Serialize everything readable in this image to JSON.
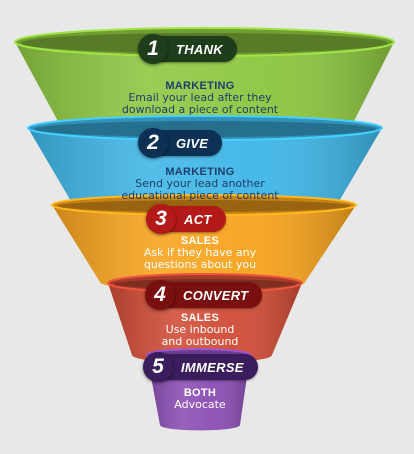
{
  "tiers": [
    {
      "number": "1",
      "stage": "THANK",
      "department": "MARKETING",
      "description": [
        "Email your lead after they",
        "download a piece of content"
      ],
      "color": "#8cc63f",
      "dark": "#1e3d1a",
      "text_color": "#1f3f6b"
    },
    {
      "number": "2",
      "stage": "GIVE",
      "department": "MARKETING",
      "description": [
        "Send your lead another",
        "educational piece of content"
      ],
      "color": "#3db5e6",
      "dark": "#0c3154",
      "text_color": "#1f3f6b"
    },
    {
      "number": "3",
      "stage": "ACT",
      "department": "SALES",
      "description": [
        "Ask if they have any",
        "questions about you"
      ],
      "color": "#f7a21b",
      "dark": "#b31919",
      "text_color": "#ffffff"
    },
    {
      "number": "4",
      "stage": "CONVERT",
      "department": "SALES",
      "description": [
        "Use inbound",
        "and outbound"
      ],
      "color": "#cf4a34",
      "dark": "#7a0f0f",
      "text_color": "#ffffff"
    },
    {
      "number": "5",
      "stage": "IMMERSE",
      "department": "BOTH",
      "description": [
        "Advocate"
      ],
      "color": "#8a4cb3",
      "dark": "#3b1c5c",
      "text_color": "#ffffff"
    }
  ]
}
